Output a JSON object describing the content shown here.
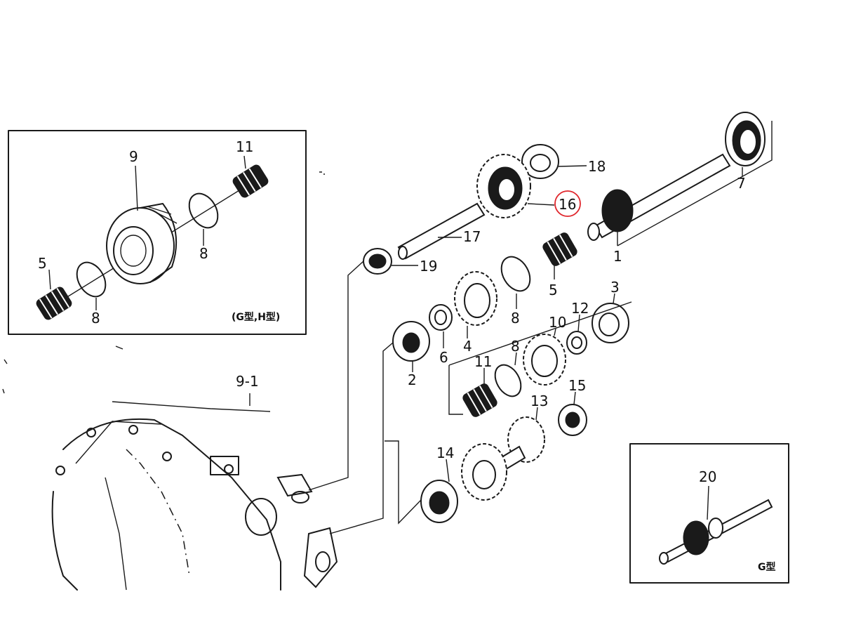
{
  "callouts": {
    "c1": "1",
    "c2": "2",
    "c3": "3",
    "c4": "4",
    "c5": "5",
    "c5_inset": "5",
    "c6": "6",
    "c7": "7",
    "c8a": "8",
    "c8b": "8",
    "c8_inset_a": "8",
    "c8_inset_b": "8",
    "c9": "9",
    "c9_1": "9-1",
    "c10": "10",
    "c11": "11",
    "c11_inset": "11",
    "c12": "12",
    "c13": "13",
    "c14": "14",
    "c15": "15",
    "c16": "16",
    "c17": "17",
    "c18": "18",
    "c19": "19",
    "c20": "20"
  },
  "inset_left": {
    "note": "(G型,H型)"
  },
  "inset_right": {
    "note": "G型"
  },
  "highlight": {
    "part": "16",
    "color": "#e0262c"
  },
  "colors": {
    "ink": "#1a1a1a",
    "background": "#ffffff"
  }
}
